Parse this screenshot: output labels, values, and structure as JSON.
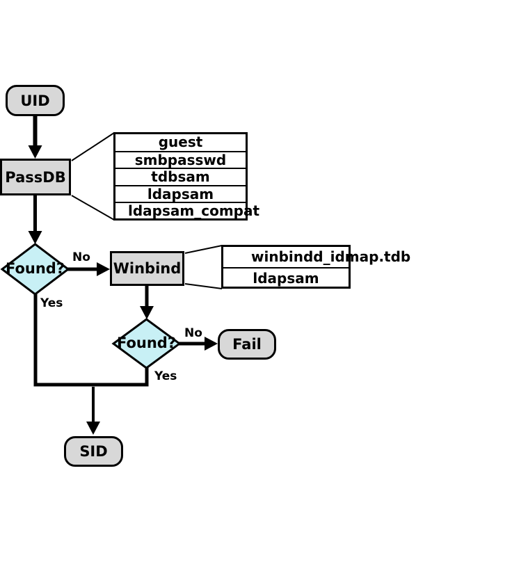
{
  "nodes": {
    "uid": {
      "label": "UID"
    },
    "passdb": {
      "label": "PassDB"
    },
    "found_passdb": {
      "label": "Found?"
    },
    "winbind": {
      "label": "Winbind"
    },
    "found_winbind": {
      "label": "Found?"
    },
    "fail": {
      "label": "Fail"
    },
    "sid": {
      "label": "SID"
    }
  },
  "edge_labels": {
    "passdb_no": "No",
    "passdb_yes": "Yes",
    "winbind_no": "No",
    "winbind_yes": "Yes"
  },
  "tables": {
    "passdb_backends": {
      "rows": [
        "guest",
        "smbpasswd",
        "tdbsam",
        "ldapsam",
        "ldapsam_compat"
      ]
    },
    "winbind_backends": {
      "rows": [
        "winbindd_idmap.tdb",
        "ldapsam"
      ]
    }
  },
  "colors": {
    "node_fill": "#d8d8d8",
    "decision_fill": "#c8f0f5",
    "line": "#000000",
    "table_fill": "#ffffff"
  }
}
